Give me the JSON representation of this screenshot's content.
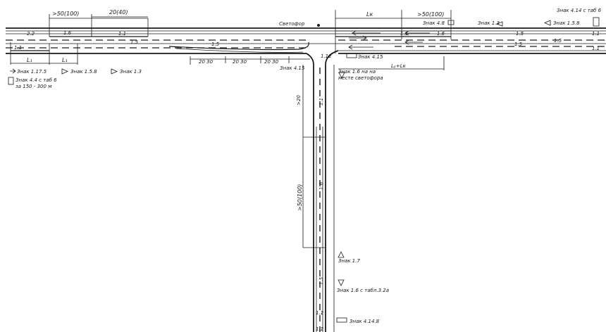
{
  "labels": {
    "dim_50_100_left": ">50(100)",
    "dim_20_40": "20(40)",
    "lab_2_2": "2.2",
    "lab_1_6_top": "1.6",
    "lab_1_1_top_left": "1.1",
    "lab_1_1_lane_left": "1.1",
    "lab_1_5_lane_left": "1.5",
    "lab_1_5_lane_left_b": "1.5",
    "lab_L1": "L₁",
    "lab_L1_b": "L₁",
    "dim_20_30_a": "20 30",
    "dim_20_30_b": "20 30",
    "dim_20_30_c": "20 30",
    "lab_1_12": "1.12",
    "sign_1_17_5_left": "Знак 1.17.5",
    "sign_1_5_8_left": "Знак 1.5.8",
    "sign_1_3_left": "Знак 1.3",
    "sign_4_4_tab": "Знак 4.4 с таб 6",
    "sign_dist_note": "за 150 - 300 м",
    "sign_4_15_under": "Знак 4.15",
    "lab_svetofor": "Светофор",
    "lab_Lk": "Lк",
    "dim_50_100_right": ">50(100)",
    "sign_4_8": "Знак 4.8",
    "sign_1_3_right": "Знак 1.3",
    "sign_4_14_tab": "Знак 4.14 с таб 6",
    "sign_1_5_8_right": "Знак 1.5.8",
    "lab_1_1_right": "1.1",
    "lab_1_6_right": "1.6",
    "lab_1_5_right_a": "1.5",
    "lab_1_5_right_b": "1.5",
    "lab_1_5_right_c": "1.5",
    "lab_1_1_right_end": "1.1",
    "lab_1_1_right_end_b": "1.1",
    "sign_4_15_right": "Знак 4.15",
    "lab_Lp_Lk": "Lₚ+Lк",
    "sign_1_6_svetofor_1": "Знак 1.6 на на",
    "sign_1_6_svetofor_2": "месте светофора",
    "dim_20_vert": ">20",
    "lab_1_1_vert": "1.1",
    "dim_50_100_vert": ">50(100)",
    "lab_1_6_vert": "1.6",
    "sign_1_7": "Знак 1.7",
    "lab_1_5_vert": "1.5",
    "sign_1_6_tab": "Знак 1.6 с табл.3.2а",
    "sign_4_14_8": "Знак 4.14.8",
    "lab_1_1_bottom": "1.1",
    "lab_1_1_bottom_b": "1.1"
  }
}
